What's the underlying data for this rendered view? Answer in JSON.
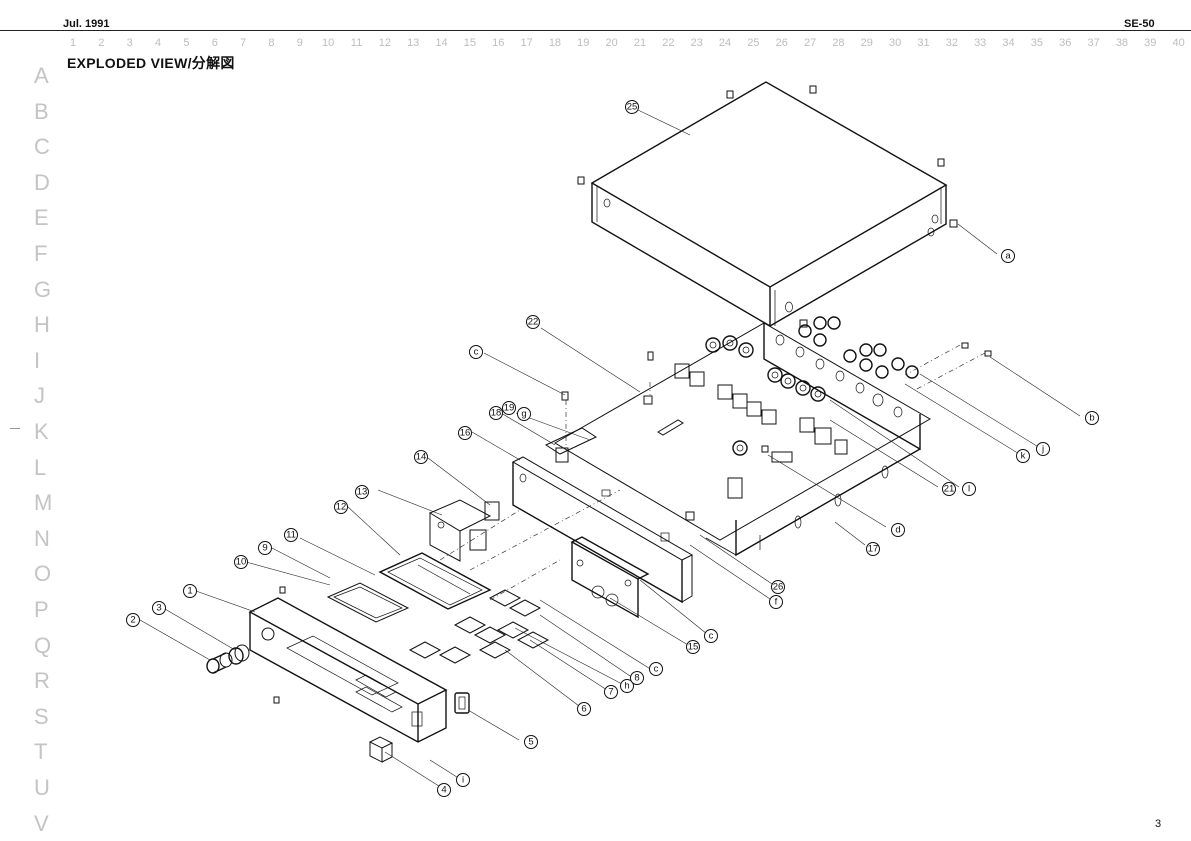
{
  "header": {
    "date": "Jul. 1991",
    "model": "SE-50"
  },
  "title": "EXPLODED  VIEW/分解図",
  "grid": {
    "columns": [
      "1",
      "2",
      "3",
      "4",
      "5",
      "6",
      "7",
      "8",
      "9",
      "10",
      "11",
      "12",
      "13",
      "14",
      "15",
      "16",
      "17",
      "18",
      "19",
      "20",
      "21",
      "22",
      "23",
      "24",
      "25",
      "26",
      "27",
      "28",
      "29",
      "30",
      "31",
      "32",
      "33",
      "34",
      "35",
      "36",
      "37",
      "38",
      "39",
      "40"
    ],
    "rows": [
      "A",
      "B",
      "C",
      "D",
      "E",
      "F",
      "G",
      "H",
      "I",
      "J",
      "K",
      "L",
      "M",
      "N",
      "O",
      "P",
      "Q",
      "R",
      "S",
      "T",
      "U",
      "V"
    ]
  },
  "callouts": {
    "n1": "1",
    "n2": "2",
    "n3": "3",
    "n4": "4",
    "n5": "5",
    "n6": "6",
    "n7": "7",
    "n8": "8",
    "n9": "9",
    "n10": "10",
    "n11": "11",
    "n12": "12",
    "n13": "13",
    "n14": "14",
    "n15": "15",
    "n16": "16",
    "n17": "17",
    "n18": "18",
    "n19": "19",
    "n21": "21",
    "n22": "22",
    "n25": "25",
    "n26": "26",
    "a": "a",
    "b": "b",
    "c1": "c",
    "c2": "c",
    "c3": "c",
    "d": "d",
    "f": "f",
    "g": "g",
    "h": "h",
    "i": "i",
    "j": "j",
    "k": "k",
    "l": "l"
  },
  "page_number": "3"
}
